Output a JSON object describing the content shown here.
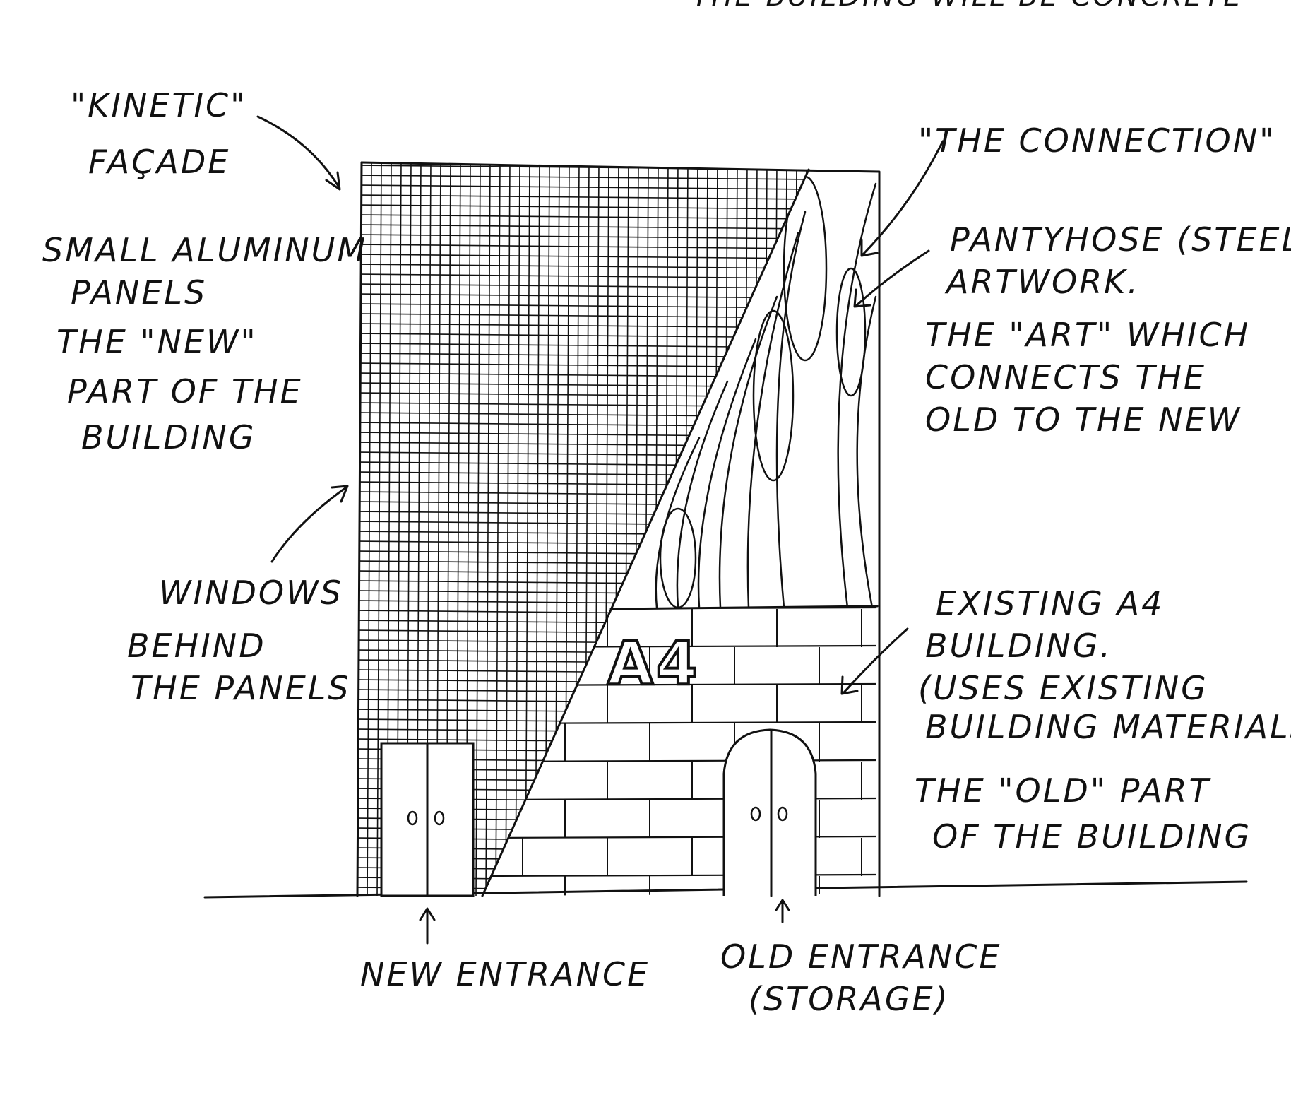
{
  "top_note": "THE BUILDING WILL BE CONCRETE",
  "labels": {
    "kinetic_title": "\"KINETIC\"",
    "kinetic_sub": "FAÇADE",
    "kinetic_desc": [
      "SMALL ALUMINUM",
      "PANELS",
      "THE \"NEW\"",
      "PART OF THE",
      "BUILDING"
    ],
    "windows": [
      "WINDOWS",
      "BEHIND",
      "THE PANELS"
    ],
    "connection": "\"THE CONNECTION\"",
    "pantyhose": [
      "PANTYHOSE (STEEL)",
      "ARTWORK."
    ],
    "art_desc": [
      "THE \"ART\" WHICH",
      "CONNECTS THE",
      "OLD TO THE NEW"
    ],
    "existing": [
      "EXISTING A4",
      "BUILDING.",
      "(USES EXISTING",
      "BUILDING MATERIALS)"
    ],
    "old_part": [
      "THE \"OLD\" PART",
      "OF THE  BUILDING"
    ],
    "new_entrance": "NEW ENTRANCE",
    "old_entrance": [
      "OLD ENTRANCE",
      "(STORAGE)"
    ],
    "building_sign": "A4"
  },
  "colors": {
    "ink": "#111111",
    "paper": "#ffffff"
  }
}
